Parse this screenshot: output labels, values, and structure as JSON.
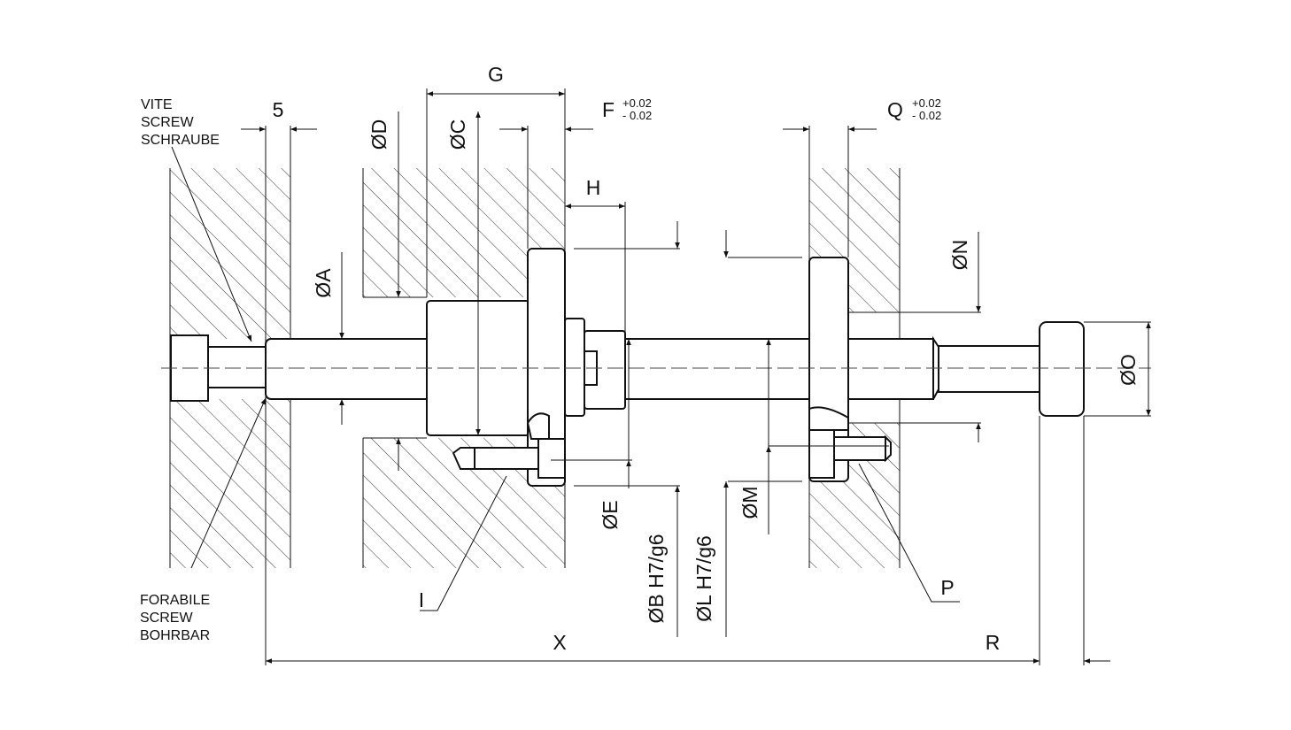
{
  "colors": {
    "line": "#111111",
    "background": "#ffffff",
    "hatch": "#333333"
  },
  "labels": {
    "dim_5": "5",
    "dim_g": "G",
    "dim_f": "F",
    "tol_f_plus": "+0.02",
    "tol_f_minus": "- 0.02",
    "dim_q": "Q",
    "tol_q_plus": "+0.02",
    "tol_q_minus": "- 0.02",
    "dim_d": "ØD",
    "dim_c": "ØC",
    "dim_h": "H",
    "dim_a": "ØA",
    "dim_n": "ØN",
    "dim_o": "ØO",
    "dim_e": "ØE",
    "dim_b": "ØB H7/g6",
    "dim_l": "ØL H7/g6",
    "dim_m": "ØM",
    "dim_i": "I",
    "dim_p": "P",
    "dim_x": "X",
    "dim_r": "R"
  },
  "notes": {
    "screw_top": [
      "VITE",
      "SCREW",
      "SCHRAUBE"
    ],
    "screw_bottom": [
      "FORABILE",
      "SCREW",
      "BOHRBAR"
    ]
  }
}
